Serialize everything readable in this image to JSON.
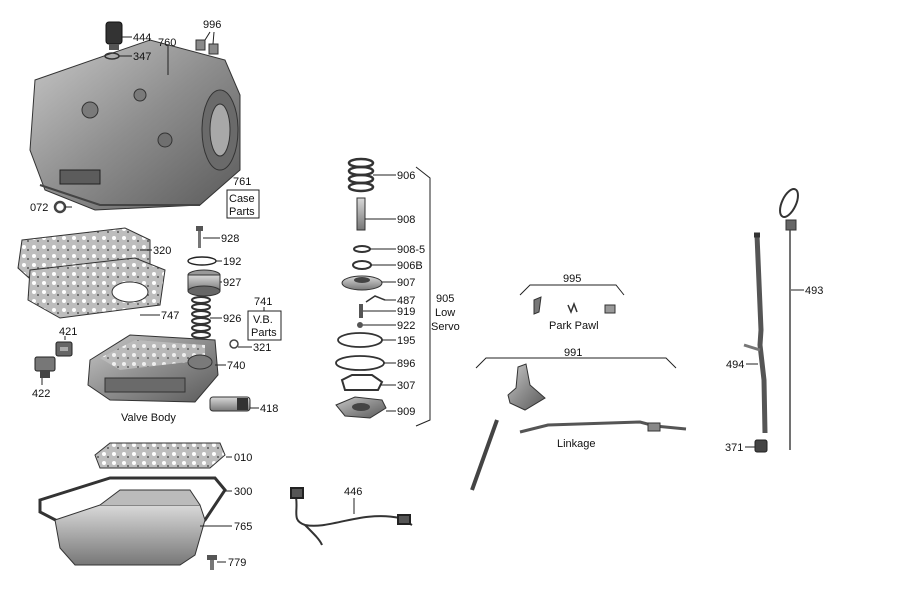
{
  "labels": {
    "p444": "444",
    "p996": "996",
    "p760": "760",
    "p347": "347",
    "p761": "761",
    "p761_box_line1": "Case",
    "p761_box_line2": "Parts",
    "p072": "072",
    "p928": "928",
    "p320": "320",
    "p192": "192",
    "p927": "927",
    "p741": "741",
    "p741_box_line1": "V.B.",
    "p741_box_line2": "Parts",
    "p747": "747",
    "p926": "926",
    "p421": "421",
    "p321": "321",
    "p740": "740",
    "p422": "422",
    "p418": "418",
    "valve_body": "Valve Body",
    "p010": "010",
    "p300": "300",
    "p765": "765",
    "p779": "779",
    "p446": "446",
    "p906": "906",
    "p908": "908",
    "p908_5": "908-5",
    "p906B": "906B",
    "p907": "907",
    "p487": "487",
    "p919": "919",
    "p922": "922",
    "p195": "195",
    "p896": "896",
    "p307": "307",
    "p909": "909",
    "p905": "905",
    "low": "Low",
    "servo": "Servo",
    "p995": "995",
    "park_pawl": "Park Pawl",
    "p991": "991",
    "linkage": "Linkage",
    "p493": "493",
    "p494": "494",
    "p371": "371"
  }
}
